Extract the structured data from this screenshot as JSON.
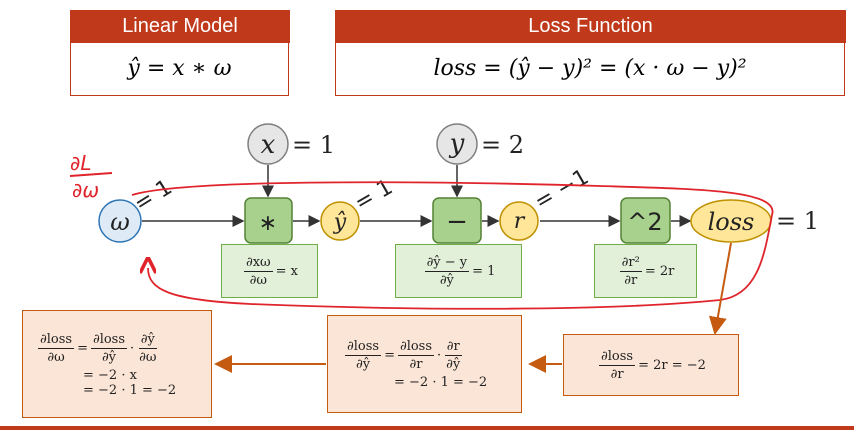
{
  "linear_model": {
    "title": "Linear Model",
    "formula": "ŷ = x ∗ ω"
  },
  "loss_function": {
    "title": "Loss Function",
    "formula": "loss = (ŷ − y)² = (x · ω − y)²"
  },
  "inputs": {
    "x": {
      "name": "x",
      "value": "= 1"
    },
    "y": {
      "name": "y",
      "value": "= 2"
    }
  },
  "nodes": {
    "omega": "ω",
    "mul": "∗",
    "yhat": "ŷ",
    "sub": "−",
    "r": "r",
    "sq": "^2",
    "loss": "loss",
    "loss_value": "= 1"
  },
  "edge_labels": {
    "omega": "= 1",
    "yhat": "= 1",
    "r": "= −1"
  },
  "local_gradients": {
    "mul": {
      "num": "∂xω",
      "den": "∂ω",
      "rhs": "= x"
    },
    "sub": {
      "num": "∂ŷ − y",
      "den": "∂ŷ",
      "rhs": "= 1"
    },
    "sq": {
      "num": "∂r²",
      "den": "∂r",
      "rhs": "= 2r"
    }
  },
  "backprop": {
    "right": {
      "num": "∂loss",
      "den": "∂r",
      "rhs": "= 2r = −2"
    },
    "middle": {
      "lhs_num": "∂loss",
      "lhs_den": "∂ŷ",
      "eq": "=",
      "a_num": "∂loss",
      "a_den": "∂r",
      "dot": "·",
      "b_num": "∂r",
      "b_den": "∂ŷ",
      "line2": "= −2 · 1 = −2"
    },
    "left": {
      "lhs_num": "∂loss",
      "lhs_den": "∂ω",
      "eq": "=",
      "a_num": "∂loss",
      "a_den": "∂ŷ",
      "dot": "·",
      "b_num": "∂ŷ",
      "b_den": "∂ω",
      "line2": "= −2 · x",
      "line3": "= −2 · 1 = −2"
    }
  },
  "annotation": {
    "num": "∂L",
    "den": "∂ω"
  },
  "colors": {
    "header": "#c0391b",
    "green_fill": "#a9d18e",
    "green_stroke": "#548235",
    "yellow_fill": "#ffe699",
    "yellow_stroke": "#bf9000",
    "blue_fill": "#deebf7",
    "blue_stroke": "#2e75b6",
    "gray_fill": "#e7e6e6",
    "ink_red": "#e0242c",
    "arrow_orange": "#c55a11"
  }
}
